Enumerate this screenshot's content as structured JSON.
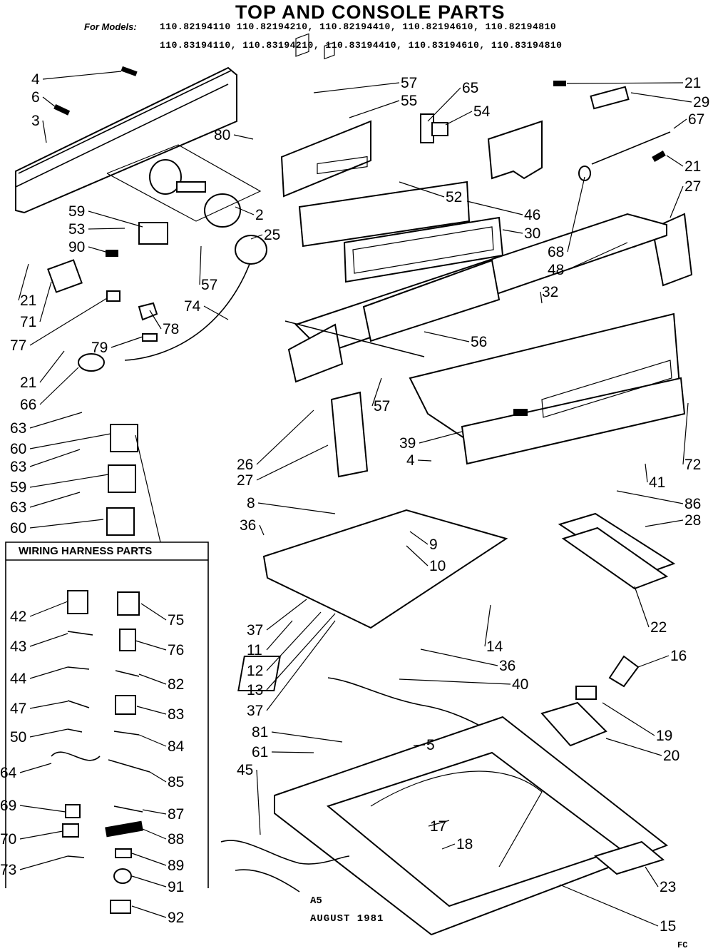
{
  "header": {
    "title": "TOP AND CONSOLE PARTS",
    "models_label": "For Models:",
    "models_row1": "110.82194110  110.82194210, 110.82194410, 110.82194610, 110.82194810",
    "models_row2": "110.83194110, 110.83194210, 110.83194410, 110.83194610, 110.83194810"
  },
  "wiring_harness": {
    "title": "WIRING HARNESS PARTS"
  },
  "footer": {
    "code": "A5",
    "date": "AUGUST 1981",
    "mark": "FC"
  },
  "labels": [
    "4",
    "6",
    "3",
    "57",
    "55",
    "65",
    "54",
    "21",
    "29",
    "67",
    "80",
    "2",
    "52",
    "21",
    "27",
    "46",
    "59",
    "53",
    "90",
    "25",
    "57",
    "30",
    "68",
    "48",
    "21",
    "71",
    "74",
    "78",
    "77",
    "32",
    "79",
    "56",
    "21",
    "66",
    "57",
    "63",
    "60",
    "63",
    "59",
    "63",
    "60",
    "26",
    "27",
    "39",
    "4",
    "72",
    "41",
    "86",
    "8",
    "36",
    "28",
    "9",
    "10",
    "22",
    "42",
    "75",
    "43",
    "76",
    "44",
    "82",
    "47",
    "83",
    "50",
    "84",
    "64",
    "85",
    "69",
    "87",
    "70",
    "88",
    "73",
    "89",
    "91",
    "92",
    "37",
    "11",
    "12",
    "13",
    "37",
    "14",
    "36",
    "40",
    "16",
    "81",
    "61",
    "5",
    "19",
    "20",
    "45",
    "17",
    "18",
    "23",
    "15"
  ]
}
